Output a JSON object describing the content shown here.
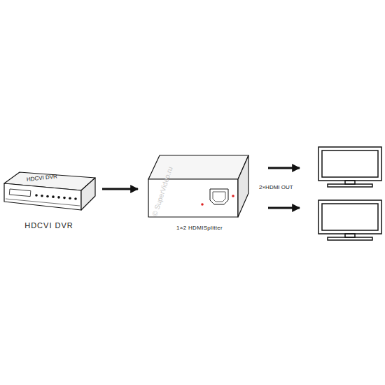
{
  "diagram": {
    "nodes": [
      {
        "text": [
          "HDCVI DVR",
          "HDCVI DVR"
        ]
      },
      {
        "text": [
          "1×2 HDMISplitter"
        ]
      }
    ],
    "edges": [
      {
        "from": 0,
        "to": 1,
        "arrow": "to"
      }
    ],
    "labels": [
      "2×HDMI OUT",
      "© SuperVideo.ru"
    ]
  }
}
